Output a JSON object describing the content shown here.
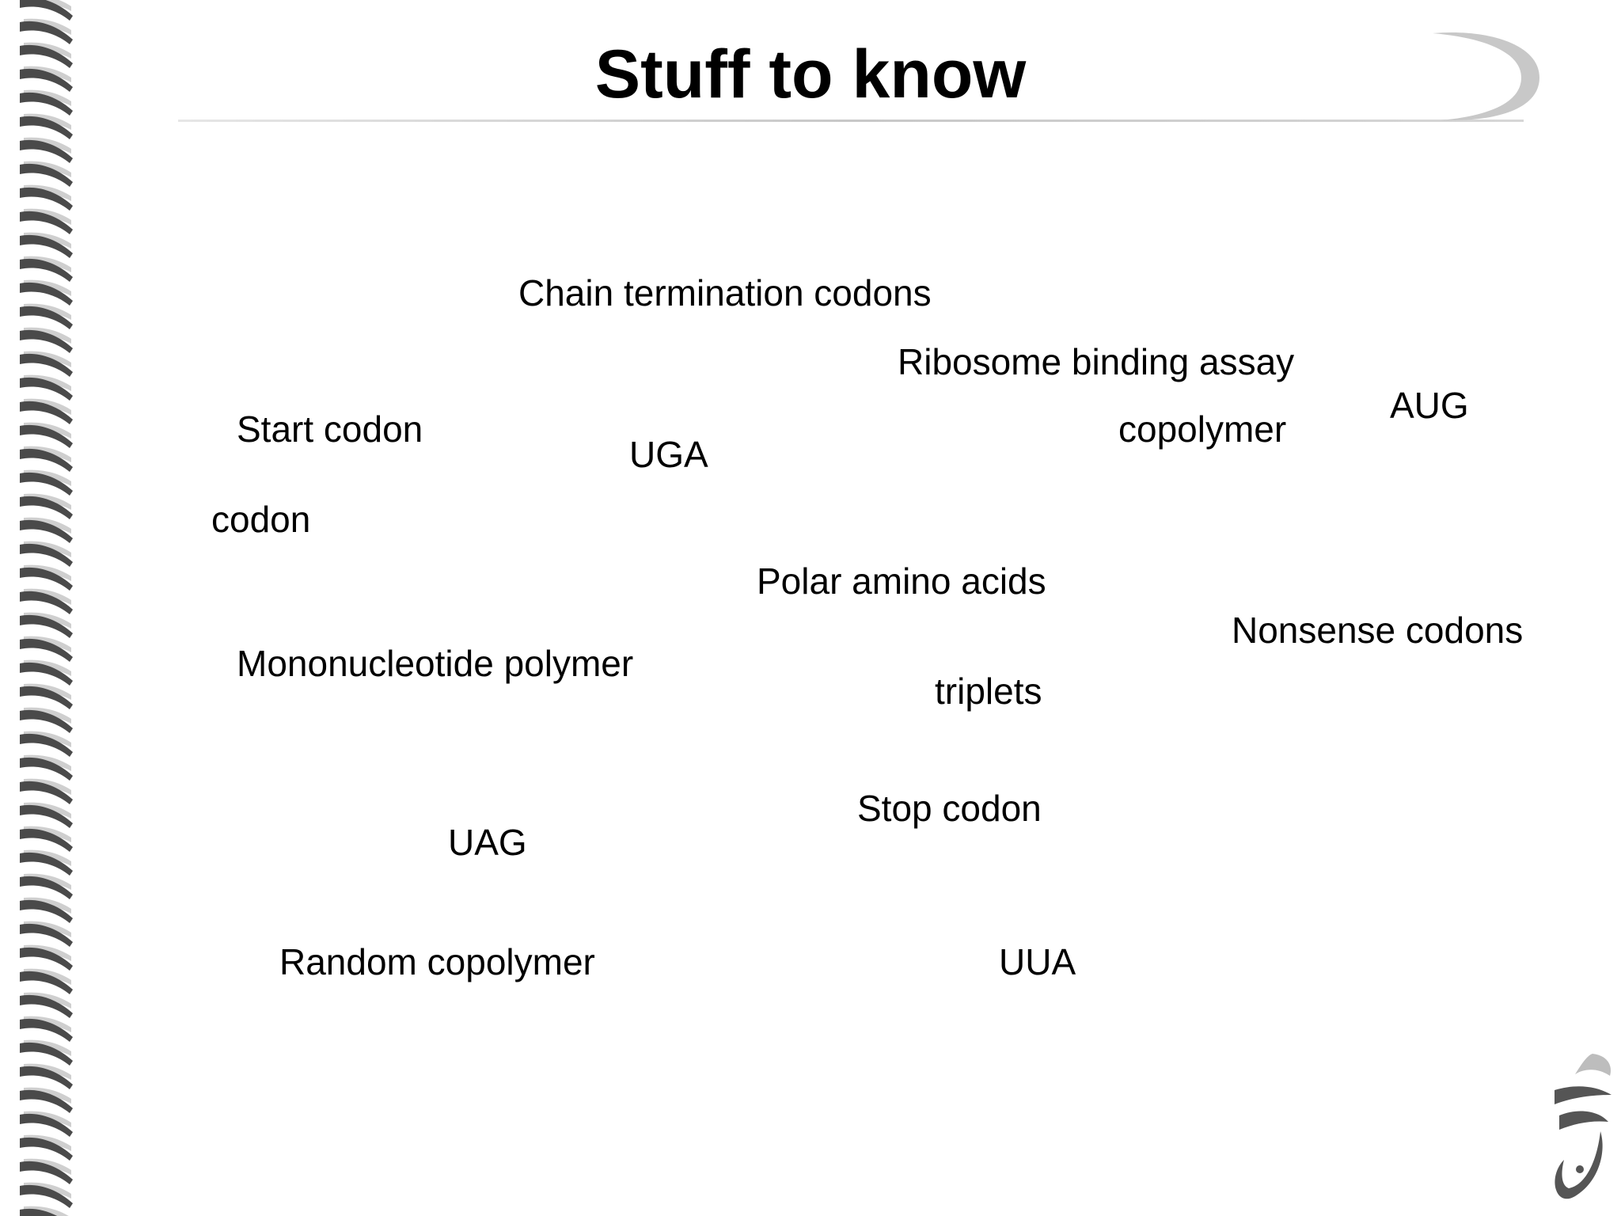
{
  "slide": {
    "title": "Stuff to know",
    "terms": [
      "Chain termination codons",
      "Ribosome binding assay",
      "AUG",
      "Start codon",
      "copolymer",
      "UGA",
      "codon",
      "Polar amino acids",
      "Nonsense codons",
      "Mononucleotide polymer",
      "triplets",
      "Stop codon",
      "UAG",
      "Random copolymer",
      "UUA"
    ]
  },
  "colors": {
    "helix_dark": "#4a4a4a",
    "helix_light": "#cfcfcf",
    "rule": "#c8c8c8",
    "text": "#000000",
    "background": "#ffffff"
  },
  "icons": {
    "left_border": "dna-helix-icon",
    "title_ornament": "swoosh-ornament-icon",
    "corner_logo": "helix-logo-icon"
  }
}
